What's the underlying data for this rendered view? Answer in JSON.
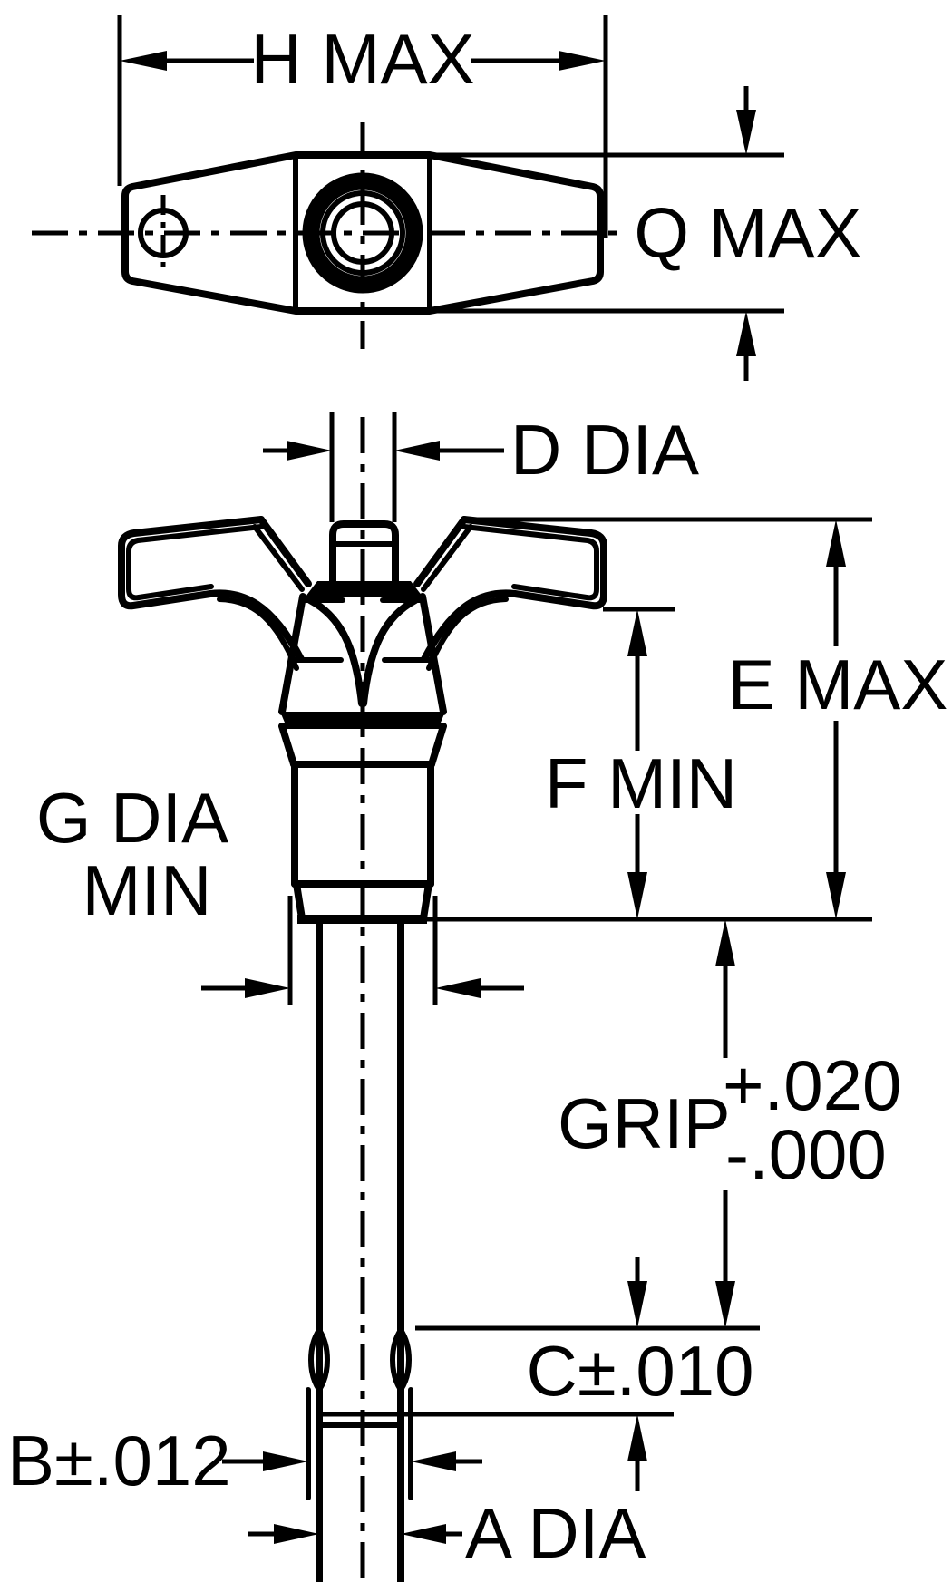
{
  "drawing": {
    "title": "T-handle ball lock pin dimension drawing",
    "background_color": "#ffffff",
    "line_color": "#000000",
    "labels": {
      "h_max": "H MAX",
      "q_max": "Q MAX",
      "d_dia": "D DIA",
      "e_max": "E MAX",
      "f_min": "F MIN",
      "g_dia_line1": "G DIA",
      "g_dia_line2": "MIN",
      "grip": "GRIP",
      "grip_tol_upper": "+.020",
      "grip_tol_lower": "-.000",
      "c_tol": "C±.010",
      "b_tol": "B±.012",
      "a_dia": "A DIA"
    }
  }
}
